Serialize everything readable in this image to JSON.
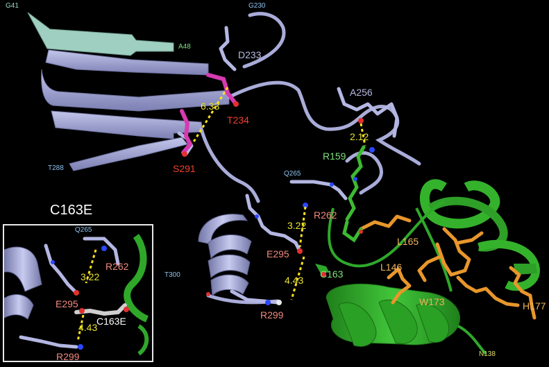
{
  "labels": {
    "g41": "G41",
    "g230": "G230",
    "a48": "A48",
    "d233": "D233",
    "a256": "A256",
    "t234": "T234",
    "t288": "T288",
    "s291": "S291",
    "r159": "R159",
    "q265": "Q265",
    "r262": "R262",
    "l165": "L165",
    "e295": "E295",
    "l146": "L146",
    "c163": "C163",
    "t300": "T300",
    "w173": "W173",
    "h177": "H177",
    "r299": "R299",
    "n138": "N138"
  },
  "distances": {
    "d1": "6.33",
    "d2": "2.12",
    "d3": "3.22",
    "d4": "4.43"
  },
  "inset": {
    "title": "C163E",
    "q265": "Q265",
    "r262": "R262",
    "d1": "3.22",
    "e295": "E295",
    "c163e": "C163E",
    "d2": "4.43",
    "r299": "R299"
  },
  "colors": {
    "background": "#000000",
    "lavender_chain": "#a9acd8",
    "green_domain": "#34b22c",
    "orange_residues": "#e8962b",
    "magenta_residues": "#d63ab0",
    "hbond": "#ffe21a",
    "oxygen": "#e23030",
    "nitrogen": "#2a48ff"
  }
}
